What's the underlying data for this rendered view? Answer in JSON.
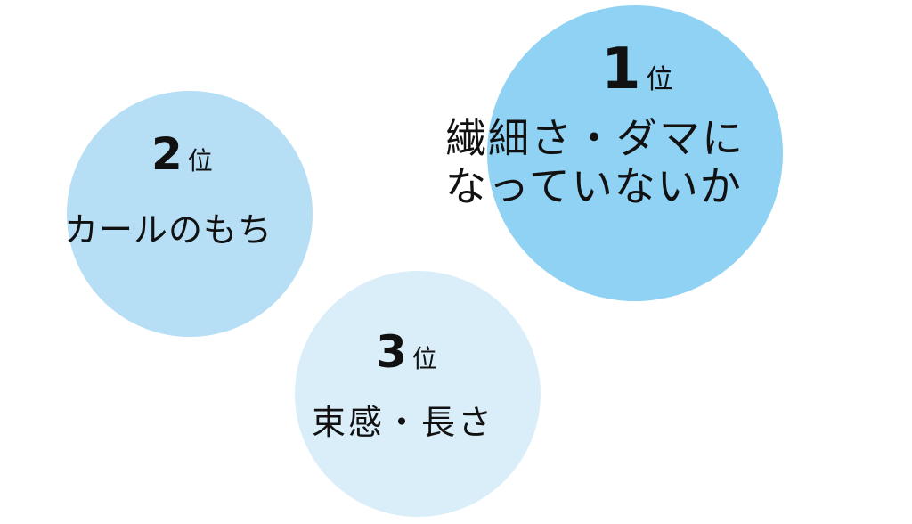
{
  "colors": {
    "rank_1_circle": "#8fd2f4",
    "rank_2_circle": "#b6def4",
    "rank_3_circle": "#daeefa",
    "text": "#111111"
  },
  "rankings": [
    {
      "rank": "1",
      "suffix": "位",
      "lines": [
        "繊細さ・ダマに",
        "なっていないか"
      ]
    },
    {
      "rank": "2",
      "suffix": "位",
      "lines": [
        "カールのもち"
      ]
    },
    {
      "rank": "3",
      "suffix": "位",
      "lines": [
        "束感・長さ"
      ]
    }
  ]
}
